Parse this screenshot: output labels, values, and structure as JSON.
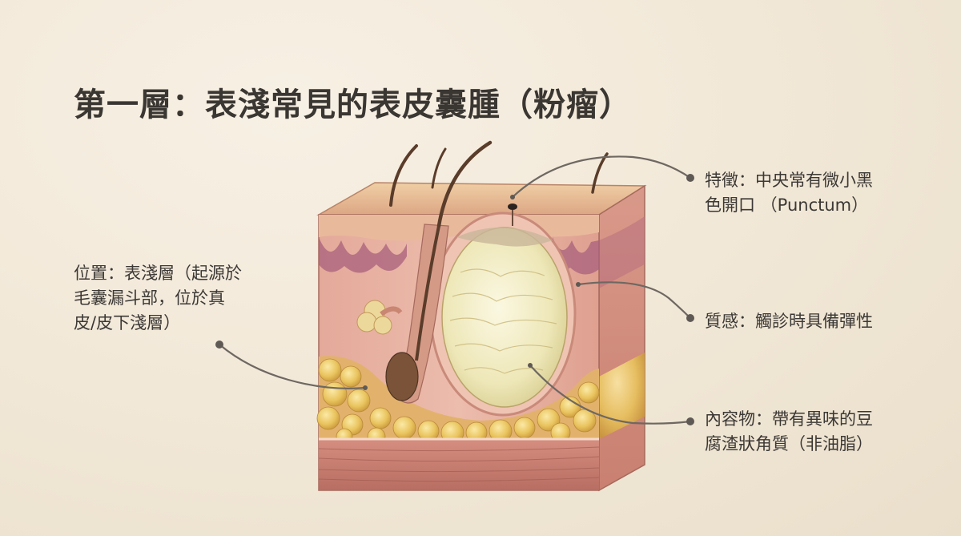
{
  "title": "第一層：表淺常見的表皮囊腫（粉瘤）",
  "labels": {
    "location_lines": [
      "位置：表淺層（起源於",
      "毛囊漏斗部，位於真",
      "皮/皮下淺層）"
    ],
    "feature_lines": [
      "特徵：中央常有微小黑",
      "色開口 （Punctum）"
    ],
    "texture_lines": [
      "質感：觸診時具備彈性"
    ],
    "content_lines": [
      "內容物：帶有異味的豆",
      "腐渣狀角質（非油脂）"
    ]
  },
  "colors": {
    "background": "#f3ebdd",
    "leader_line": "#6e6862",
    "epidermis_top": "#e8c29a",
    "dermis": "#e7b0a2",
    "fat": "#e6c25a",
    "muscle": "#c97f73",
    "cyst_content": "#f1ecc4",
    "hair": "#5a3c2a"
  },
  "icons": [
    "skin-cross-section-illustration"
  ]
}
